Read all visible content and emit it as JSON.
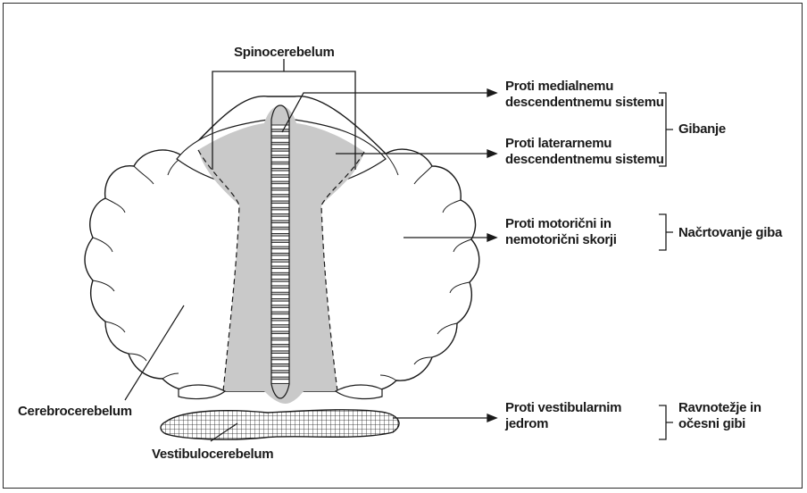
{
  "labels": {
    "spinocerebelum": "Spinocerebelum",
    "cerebrocerebelum": "Cerebrocerebelum",
    "vestibulocerebelum": "Vestibulocerebelum",
    "medial_line1": "Proti medialnemu",
    "medial_line2": "descendentnemu sistemu",
    "lateral_line1": "Proti laterarnemu",
    "lateral_line2": "descendentnemu sistemu",
    "motor_line1": "Proti motorični in",
    "motor_line2": "nemotorični skorji",
    "vestibular_line1": "Proti vestibularnim",
    "vestibular_line2": "jedrom",
    "gibanje": "Gibanje",
    "nacrtovanje": "Načrtovanje giba",
    "ravnotezje_line1": "Ravnotežje in",
    "ravnotezje_line2": "očesni gibi"
  },
  "colors": {
    "line": "#1a1a1a",
    "shade": "#c9c9c9",
    "background": "#ffffff"
  }
}
